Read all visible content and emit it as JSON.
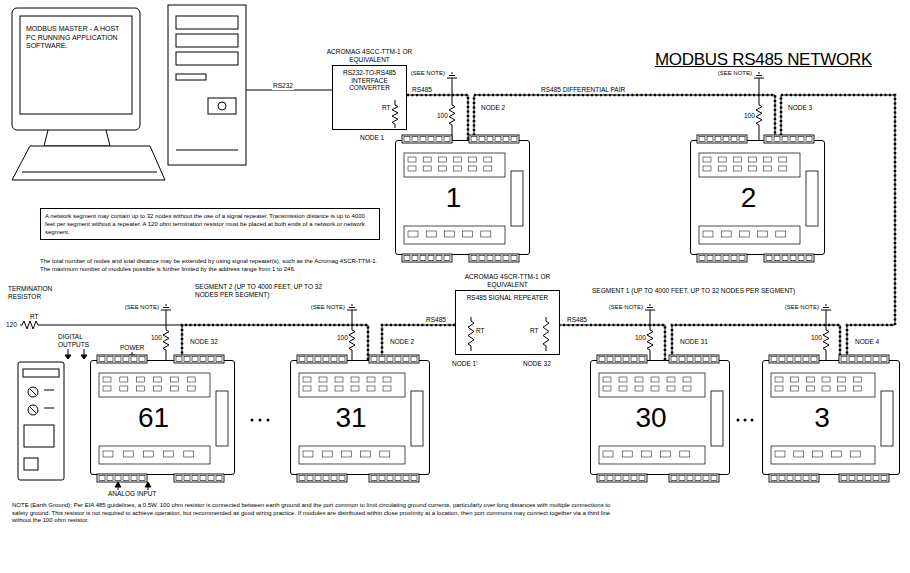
{
  "diagram": {
    "title": "MODBUS RS485 NETWORK",
    "nodes": [
      {
        "text": [
          "MODBUS MASTER - A HOST PC RUNNING APPLICATION SOFTWARE."
        ]
      },
      {
        "text": [
          "ACROMAG 4SCC-TTM-1 OR EQUIVALENT",
          "RS232-TO-RS485 INTERFACE CONVERTER"
        ]
      },
      {
        "text": [
          "A network segment may contain up to 32 nodes without the use of a signal repeater. Transmission distance is up to 4000 feet per segment without a repeater. A 120 ohm termination resistor must be placed at both ends of a network or network segment."
        ]
      },
      {
        "text": [
          "ACROMAG 4SCR-TTM-1 OR EQUIVALENT",
          "RS485 SIGNAL REPEATER"
        ]
      },
      {
        "text": [
          "1"
        ]
      },
      {
        "text": [
          "2"
        ]
      },
      {
        "text": [
          "61"
        ]
      },
      {
        "text": [
          "31"
        ]
      },
      {
        "text": [
          "30"
        ]
      },
      {
        "text": [
          "3"
        ]
      }
    ],
    "edges": [
      {
        "from": 0,
        "to": 1,
        "arrow": "none",
        "label": "RS232"
      },
      {
        "from": 1,
        "to": 4,
        "arrow": "none",
        "label": "RS485"
      },
      {
        "from": 4,
        "to": 5,
        "arrow": "none",
        "label": "RS485 DIFFERENTIAL PAIR"
      },
      {
        "from": 5,
        "to": 9,
        "arrow": "none"
      },
      {
        "from": 9,
        "to": 8,
        "arrow": "none"
      },
      {
        "from": 8,
        "to": 3,
        "arrow": "none",
        "label": "RS485"
      },
      {
        "from": 3,
        "to": 7,
        "arrow": "none",
        "label": "RS485"
      },
      {
        "from": 7,
        "to": 6,
        "arrow": "none"
      }
    ],
    "labels": [
      "RT",
      "NODE 1",
      "(SEE NOTE)",
      "100",
      "NODE 2",
      "(SEE NOTE)",
      "100",
      "NODE 3",
      "The total number of nodes and total distance may be extended by using signal repeater(s), such as the Acromag 4SCR-TTM-1. The maximum number of modules possible is further limited by the address range from 1 to 246.",
      "RT",
      "RT",
      "NODE 1'",
      "NODE 32",
      "SEGMENT 1 (UP TO 4000 FEET, UP TO 32 NODES PER SEGMENT)",
      "(SEE NOTE)",
      "100",
      "NODE 31",
      "(SEE NOTE)",
      "100",
      "NODE 4",
      "SEGMENT 2 (UP TO 4000 FEET, UP TO 32 NODES PER SEGMENT)",
      "(SEE NOTE)",
      "100",
      "NODE 2",
      "(SEE NOTE)",
      "100",
      "NODE 32",
      "TERMINATION RESISTOR",
      "120",
      "RT",
      "DIGITAL OUTPUTS",
      "POWER",
      "ANALOG INPUT",
      "NOTE (Earth Ground): Per EIA 485 guidelines, a 0.5W, 100 ohm resistor is connected between earth ground and the port common to limit circulating ground currents, particularly over long distances with multiple connections to safety ground. This resistor is not required to achieve operation, but recommended as good wiring practice. If modules are distributed within close proximity at a location, then port commons may connect together via a third line without the 100 ohm resistor."
    ]
  }
}
